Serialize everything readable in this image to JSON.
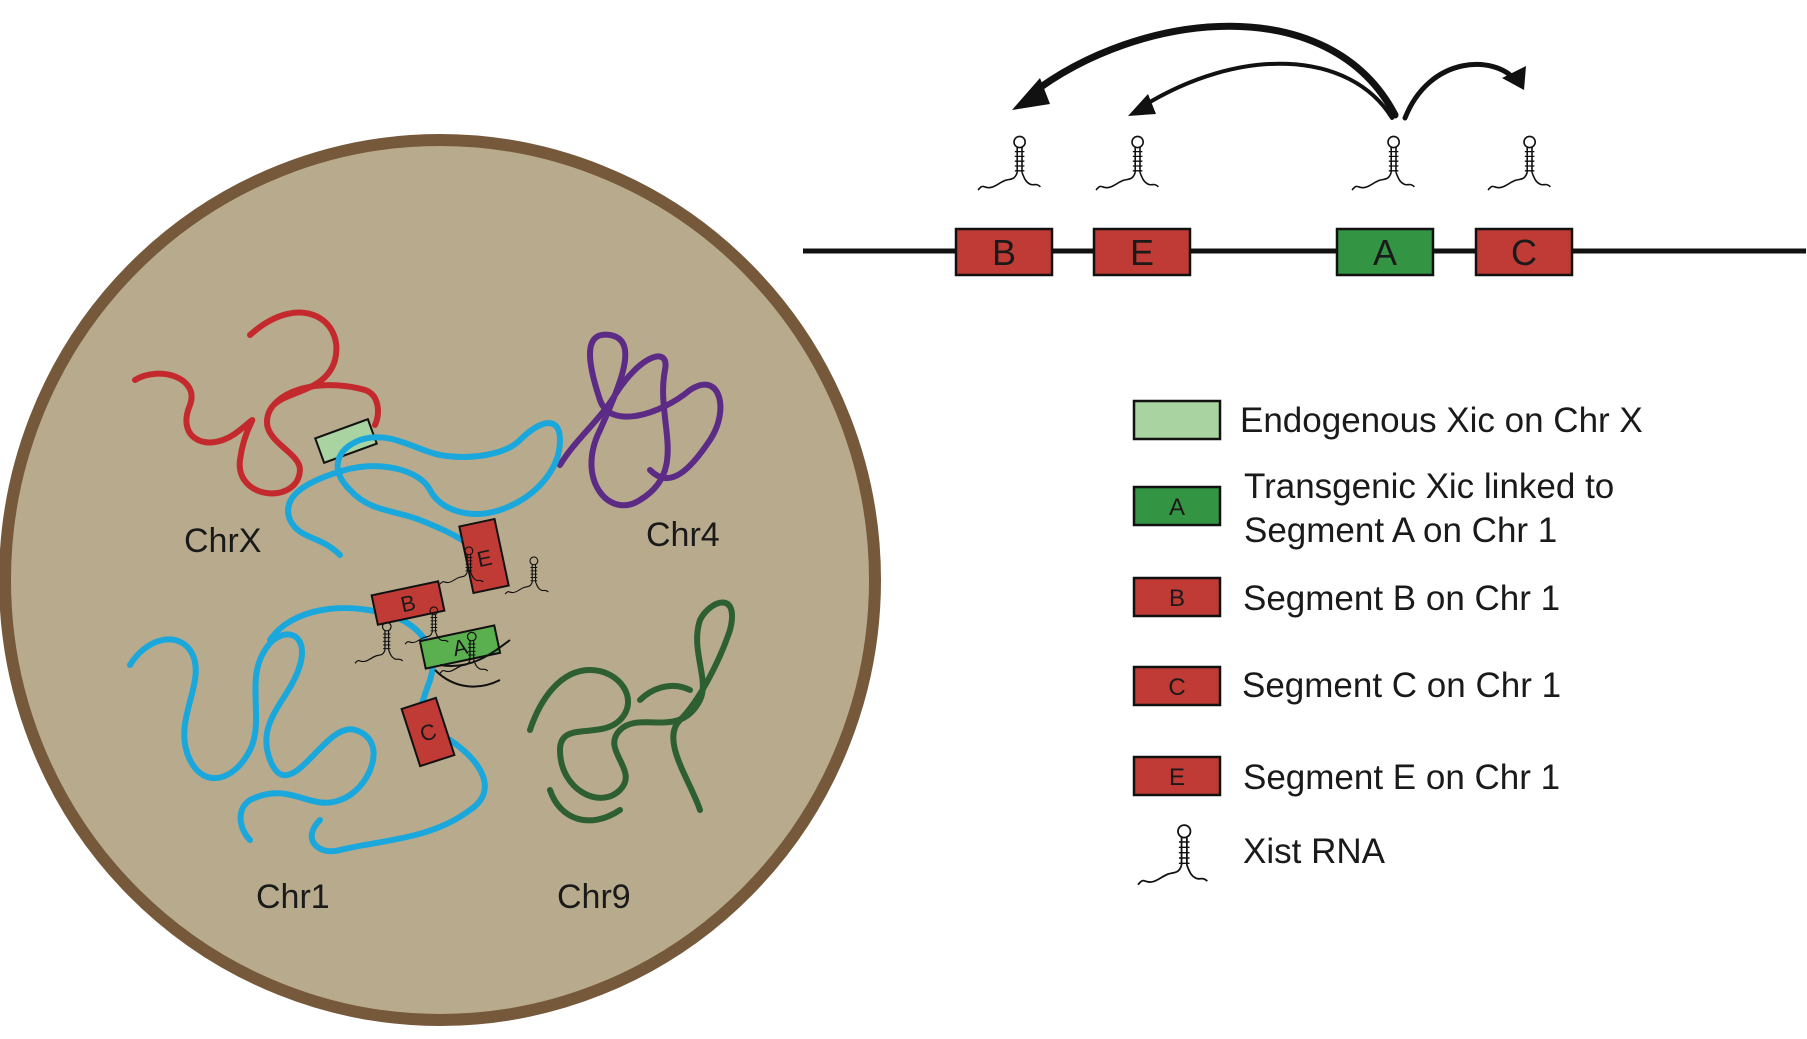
{
  "nucleus": {
    "chromosomes": [
      {
        "label": "ChrX",
        "color": "#c42a2d"
      },
      {
        "label": "Chr4",
        "color": "#5b2b86"
      },
      {
        "label": "Chr1",
        "color": "#1aa7dc"
      },
      {
        "label": "Chr9",
        "color": "#2d5f33"
      }
    ],
    "segments": [
      "B",
      "E",
      "A",
      "C"
    ],
    "fill": "#b8ab8d",
    "border": "#76583a"
  },
  "linear_map": {
    "segments": [
      {
        "letter": "B",
        "color": "#c03a36"
      },
      {
        "letter": "E",
        "color": "#c03a36"
      },
      {
        "letter": "A",
        "color": "#339443"
      },
      {
        "letter": "C",
        "color": "#c03a36"
      }
    ]
  },
  "legend": {
    "items": [
      {
        "letter": "",
        "line1": "Endogenous Xic on Chr X",
        "line2": "",
        "color": "#a9d3a1"
      },
      {
        "letter": "A",
        "line1": "Transgenic Xic linked to",
        "line2": "Segment A on Chr 1",
        "color": "#339443"
      },
      {
        "letter": "B",
        "line1": "Segment B on Chr 1",
        "line2": "",
        "color": "#c03a36"
      },
      {
        "letter": "C",
        "line1": "Segment C on Chr 1",
        "line2": "",
        "color": "#c03a36"
      },
      {
        "letter": "E",
        "line1": "Segment E on Chr 1",
        "line2": "",
        "color": "#c03a36"
      }
    ],
    "xist_label": "Xist RNA"
  }
}
